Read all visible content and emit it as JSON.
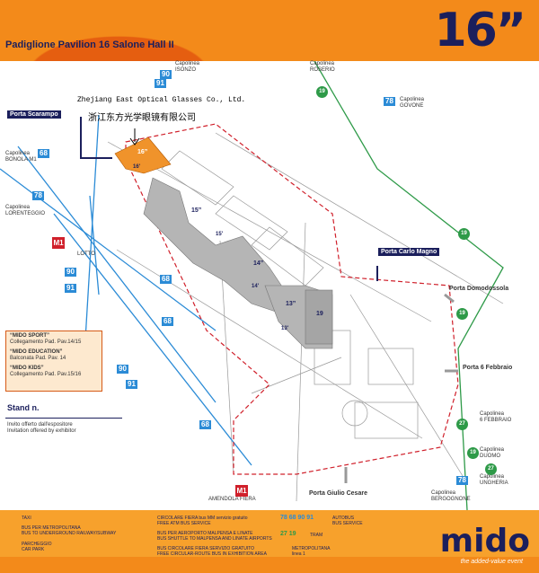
{
  "header": {
    "title": "Padiglione Pavilion 16  Salone Hall II",
    "big_number": "16”"
  },
  "company": {
    "name_en": "Zhejiang East Optical Glasses Co., Ltd.",
    "name_cn": "浙江东方光学眼镜有限公司"
  },
  "labels": {
    "porta_scarampo": "Porta Scarampo",
    "porta_carlo_magno": "Porta Carlo Magno",
    "porta_domodossola": "Porta  Domodossola",
    "porta_6_febbraio": "Porta 6 Febbraio",
    "porta_giulio_cesare": "Porta Giulio Cesare",
    "capolinea": "Capolinea",
    "isonzo": "ISONZO",
    "roserio": "ROSERIO",
    "govone": "GOVONE",
    "bonola": "BONOLA M1",
    "lorenteggio": "LORENTEGGIO",
    "lotto": "LOTTO",
    "duomo": "DUOMO",
    "sei_febbraio": "6 FEBBRAIO",
    "ungheria": "UNGHERIA",
    "bergognone": "BERGOGNONE",
    "amendola": "AMENDOLA FIERA",
    "stand": "Stand n.",
    "invite_it": "Invito offerto dall'espositore",
    "invite_en": "Invitation offered by exhibitor"
  },
  "pavilions": [
    "16”",
    "16'",
    "15”",
    "15'",
    "14”",
    "14'",
    "13”",
    "13'",
    "19"
  ],
  "routes": {
    "bus": [
      "90",
      "91",
      "68",
      "78",
      "78",
      "68",
      "90",
      "91",
      "68",
      "91",
      "90",
      "68",
      "78"
    ],
    "tram": [
      "19",
      "19",
      "19",
      "27",
      "19",
      "27"
    ],
    "metro": "M1"
  },
  "info_box": [
    {
      "title": "“MIDO SPORT”",
      "sub": "Collegamento Pad. Pav.14/15"
    },
    {
      "title": "“MIDO EDUCATION”",
      "sub": "Balconata Pad. Pav. 14"
    },
    {
      "title": "“MIDO KIDS”",
      "sub": "Collegamento Pad. Pav.15/16"
    }
  ],
  "legend": {
    "taxi": "TAXI",
    "bus_metro": "BUS PER METROPOLITANA",
    "bus_metro_en": "BUS TO UNDERGROUND RAILWAY/SUBWAY",
    "parking": "PARCHEGGIO",
    "parking_en": "CAR PARK",
    "circ": "CIRCOLARE FIERA bus MM servizio gratuito",
    "circ_en": "FREE ATM BUS SERVICE",
    "air": "BUS PER AEROPORTO MALPENSA E LINATE",
    "air_en": "BUS SHUTTLE TO MALPENSA AND LINATE AIRPORTS",
    "bus_circ": "BUS CIRCOLARE FIERA SERVIZIO GRATUITO",
    "bus_circ_en": "FREE CIRCULAR-ROUTE BUS IN EXHIBITION AREA",
    "autobus": "AUTOBUS",
    "autobus_en": "BUS SERVICE",
    "tram": "TRAM",
    "metro": "METROPOLITANA",
    "metro_en": "linea 1",
    "bus_lines": "78 68 90 91",
    "tram_lines": "27 19"
  },
  "brand": {
    "name": "mido",
    "tagline": "the added-value event"
  },
  "colors": {
    "orange": "#f38a1a",
    "navy": "#1b1f5c",
    "bus_blue": "#2b8bd6",
    "tram_green": "#2e9a48",
    "metro_red": "#d0202b",
    "highlight": "#f0932b"
  }
}
